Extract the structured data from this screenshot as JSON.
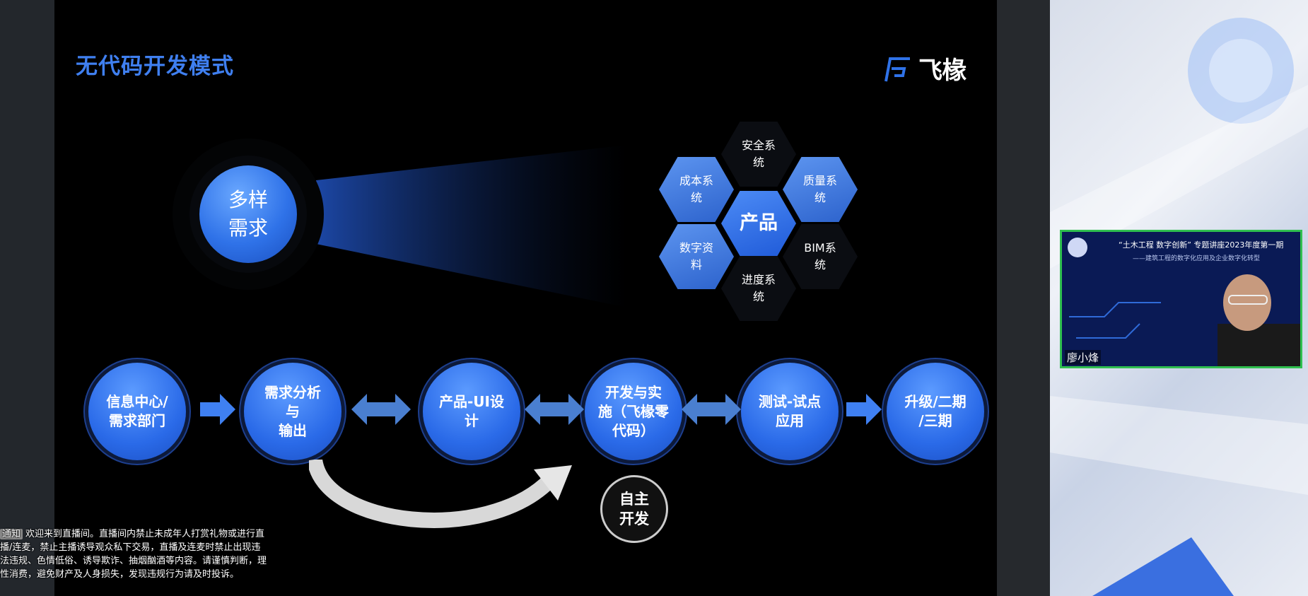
{
  "slide": {
    "title": "无代码开发模式",
    "logo_text": "飞椽",
    "demand_bubble": "多样\n需求",
    "hexes": {
      "top": "安全系\n统",
      "top_left": "成本系\n统",
      "top_right": "质量系\n统",
      "center": "产品",
      "bottom_left": "数字资\n料",
      "bottom_right": "BIM系\n统",
      "bottom": "进度系\n统"
    },
    "flow": [
      "信息中心/\n需求部门",
      "需求分析\n与\n输出",
      "产品-UI设\n计",
      "开发与实\n施（飞椽零\n代码）",
      "测试-试点\n应用",
      "升级/二期\n/三期"
    ],
    "self_dev": "自主\n开发"
  },
  "notice": {
    "tag": "通知",
    "text": "欢迎来到直播间。直播间内禁止未成年人打赏礼物或进行直播/连麦，禁止主播诱导观众私下交易，直播及连麦时禁止出现违法违规、色情低俗、诱导欺诈、抽烟酗酒等内容。请谨慎判断，理性消费，避免财产及人身损失，发现违规行为请及时投诉。"
  },
  "video": {
    "title": "“土木工程 数字创新” 专题讲座2023年度第一期",
    "subtitle": "——建筑工程的数字化应用及企业数字化转型",
    "speaker": "廖小烽"
  },
  "colors": {
    "accent_blue": "#2f72e8",
    "video_border": "#2fbf4f"
  }
}
